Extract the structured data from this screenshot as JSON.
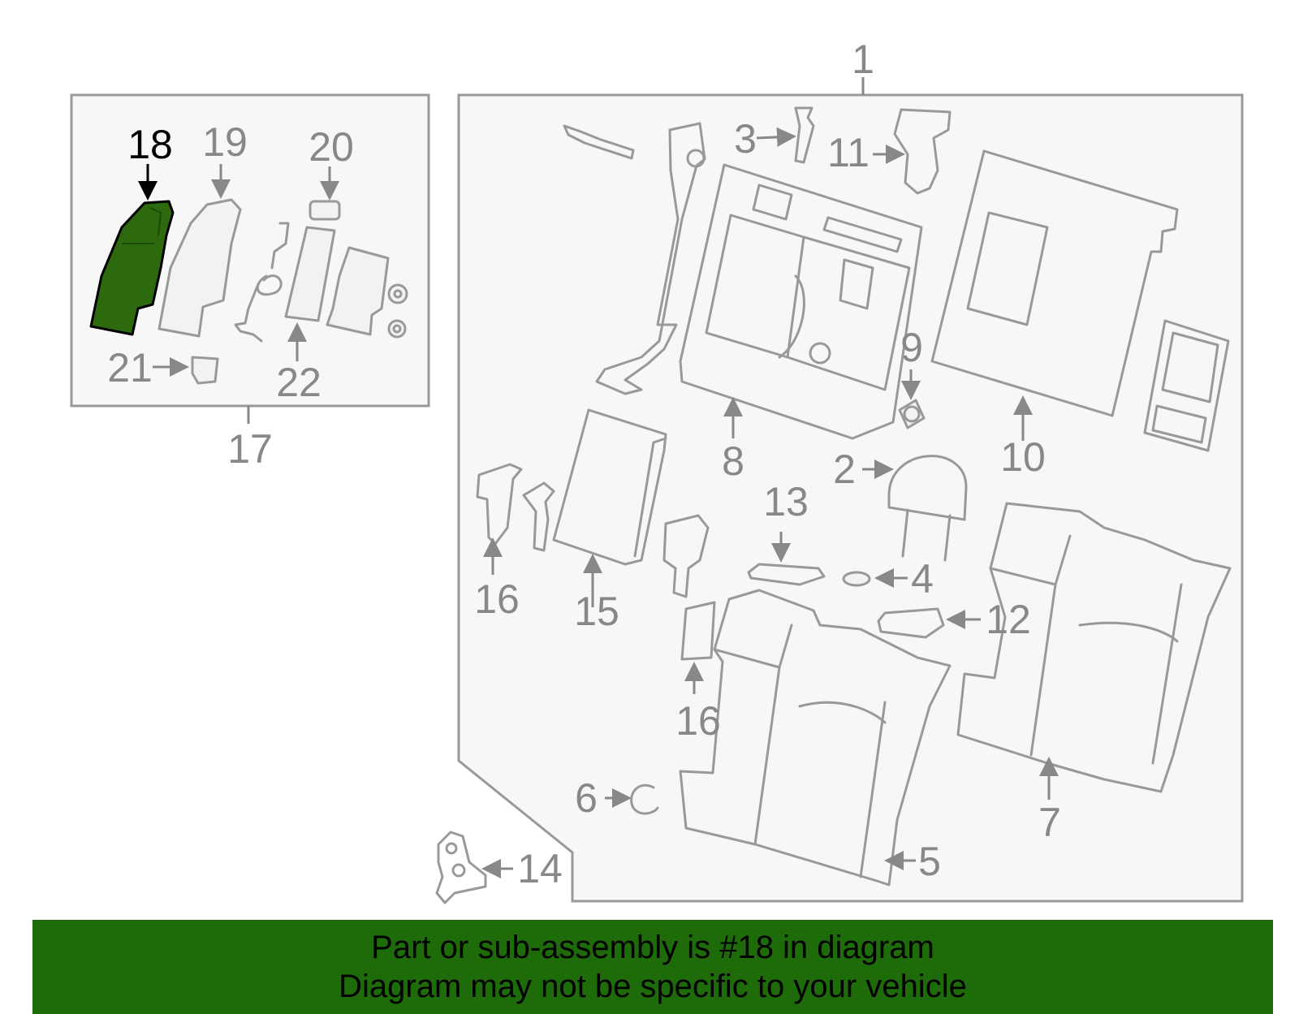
{
  "colors": {
    "highlight_fill": "#2d6a0e",
    "banner_bg": "#1e6b0a",
    "line_gray": "#999999",
    "panel_bg": "#f7f7f7",
    "label_gray": "#888888",
    "label_highlight": "#000000"
  },
  "highlight_part": "18",
  "callouts": {
    "c1": "1",
    "c2": "2",
    "c3": "3",
    "c4": "4",
    "c5": "5",
    "c6": "6",
    "c7": "7",
    "c8": "8",
    "c9": "9",
    "c10": "10",
    "c11": "11",
    "c12": "12",
    "c13": "13",
    "c14": "14",
    "c15": "15",
    "c16a": "16",
    "c16b": "16",
    "c17": "17",
    "c18": "18",
    "c19": "19",
    "c20": "20",
    "c21": "21",
    "c22": "22"
  },
  "banner": {
    "line1": "Part or sub-assembly is #18 in diagram",
    "line2": "Diagram may not be specific to your vehicle"
  }
}
